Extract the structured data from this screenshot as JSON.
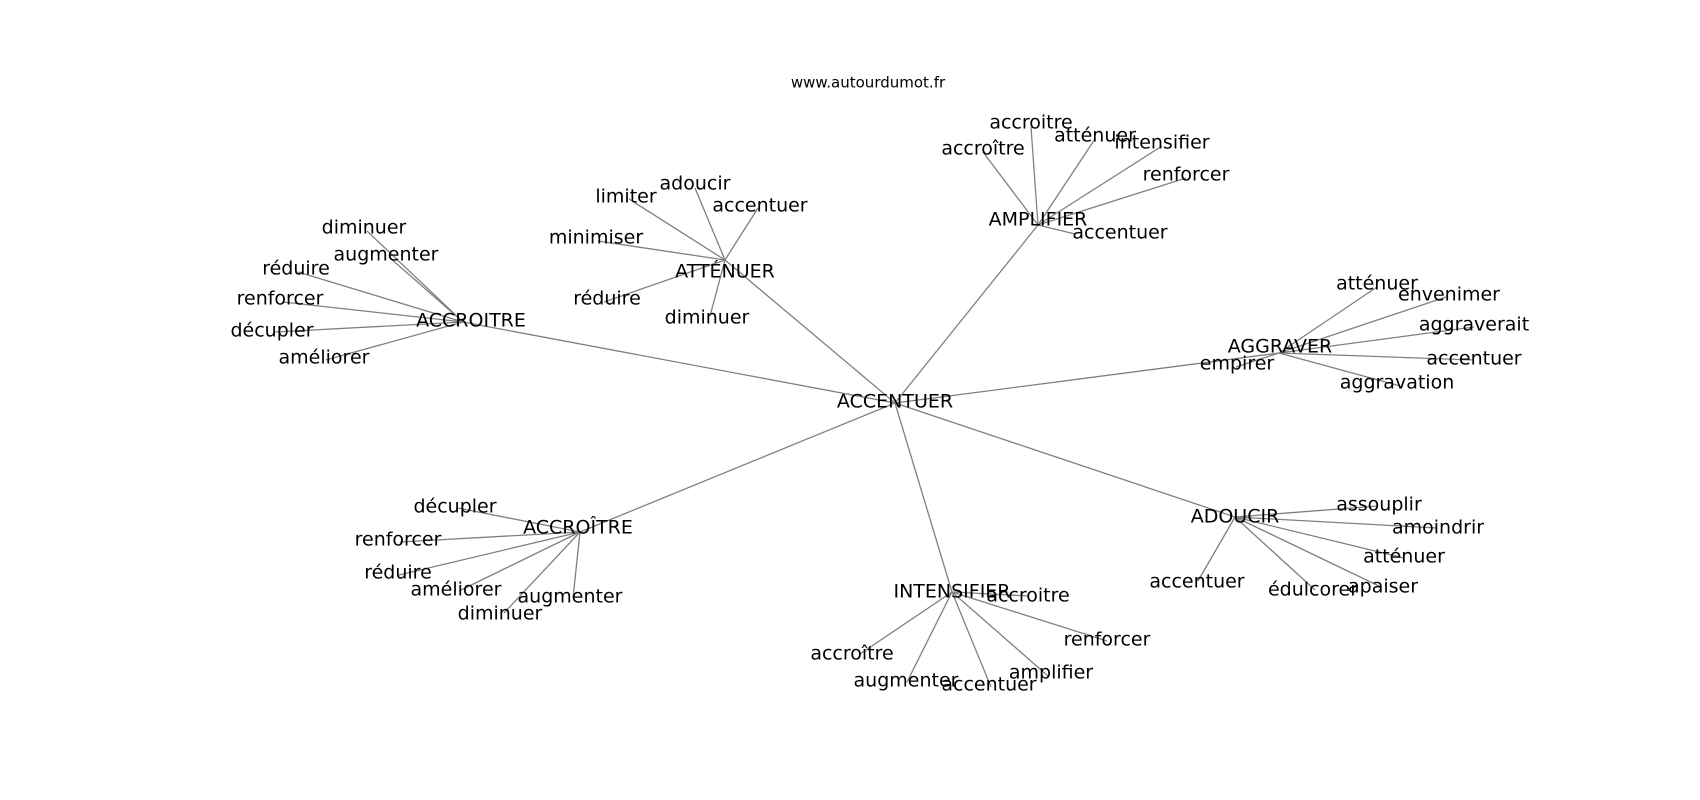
{
  "site": "www.autourdumot.fr",
  "center": "ACCENTUER",
  "hubs": [
    {
      "label": "ATTÉNUER",
      "leaves": [
        "adoucir",
        "limiter",
        "accentuer",
        "minimiser",
        "réduire",
        "diminuer"
      ]
    },
    {
      "label": "AMPLIFIER",
      "leaves": [
        "accroitre",
        "accroître",
        "atténuer",
        "intensifier",
        "renforcer",
        "accentuer"
      ]
    },
    {
      "label": "ACCROITRE",
      "leaves": [
        "diminuer",
        "augmenter",
        "réduire",
        "renforcer",
        "décupler",
        "améliorer"
      ]
    },
    {
      "label": "AGGRAVER",
      "leaves": [
        "atténuer",
        "envenimer",
        "aggraverait",
        "accentuer",
        "empirer",
        "aggravation"
      ]
    },
    {
      "label": "ACCROÎTRE",
      "leaves": [
        "décupler",
        "renforcer",
        "réduire",
        "améliorer",
        "augmenter",
        "diminuer"
      ]
    },
    {
      "label": "ADOUCIR",
      "leaves": [
        "assouplir",
        "amoindrir",
        "atténuer",
        "accentuer",
        "édulcorer",
        "apaiser"
      ]
    },
    {
      "label": "INTENSIFIER",
      "leaves": [
        "accroitre",
        "renforcer",
        "accroître",
        "augmenter",
        "accentuer",
        "amplifier"
      ]
    }
  ],
  "colors": {
    "edge": "#808080",
    "text": "#000000",
    "background": "#ffffff"
  }
}
